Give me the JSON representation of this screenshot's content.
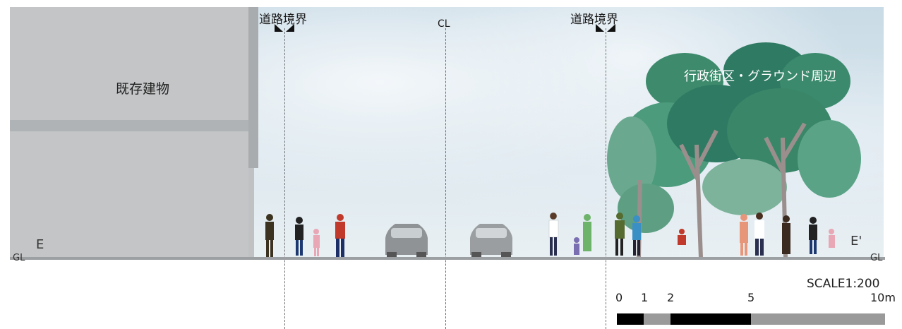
{
  "labels": {
    "existing_building": "既存建物",
    "road_boundary_left": "道路境界",
    "road_boundary_right": "道路境界",
    "centerline": "CL",
    "area_label": "行政街区・グラウンド周辺",
    "section_left": "E",
    "section_right": "E'",
    "ground_left": "GL",
    "ground_right": "GL"
  },
  "scale": {
    "title": "SCALE1:200",
    "ticks": [
      "0",
      "1",
      "2",
      "5",
      "10m"
    ],
    "segments": [
      {
        "from": 0,
        "to": 1,
        "color": "#000000"
      },
      {
        "from": 1,
        "to": 2,
        "color": "#9a9a9a"
      },
      {
        "from": 2,
        "to": 5,
        "color": "#000000"
      },
      {
        "from": 5,
        "to": 10,
        "color": "#9a9a9a"
      }
    ]
  },
  "colors": {
    "building": "#c3c5c6",
    "ground": "#9da0a2",
    "tree_dark": "#2f7a63",
    "tree_light": "#6aa98f",
    "trunk": "#9a8f8c"
  }
}
